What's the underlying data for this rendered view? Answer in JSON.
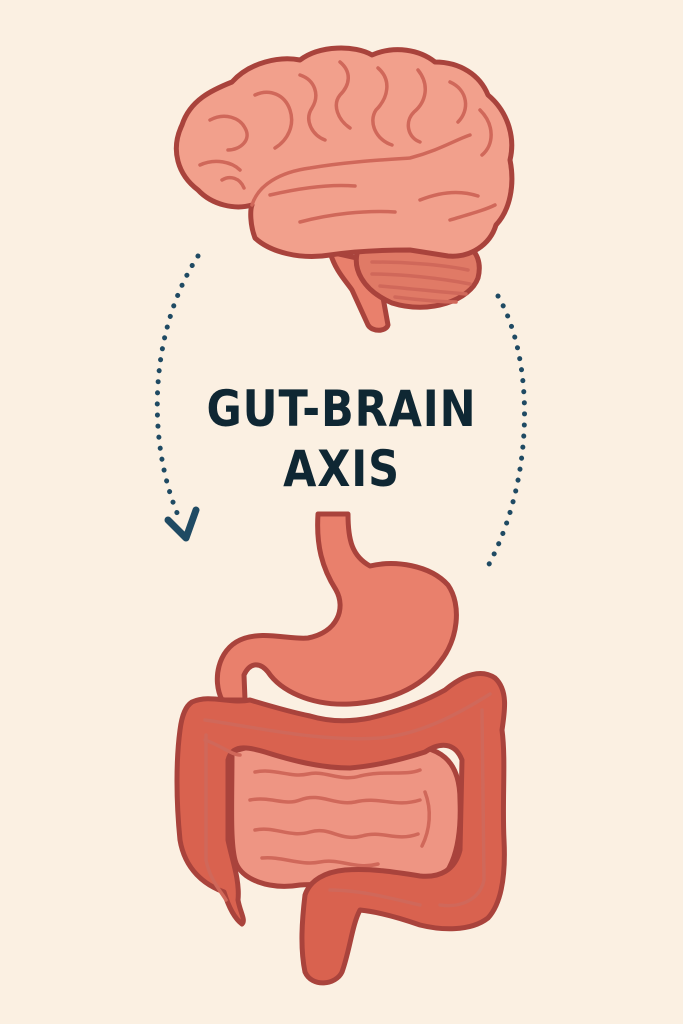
{
  "diagram": {
    "title_line1": "GUT-BRAIN",
    "title_line2": "AXIS",
    "nodes": [
      {
        "id": "brain",
        "label": "Brain",
        "position": "top"
      },
      {
        "id": "gut",
        "label": "Gut (stomach and intestines)",
        "position": "bottom"
      }
    ],
    "edges": [
      {
        "from": "brain",
        "to": "gut",
        "style": "dotted",
        "side": "left",
        "arrowhead": true
      },
      {
        "from": "gut",
        "to": "brain",
        "style": "dotted",
        "side": "right",
        "arrowhead": false
      }
    ]
  },
  "colors": {
    "background": "#fbf0e2",
    "title": "#0f2733",
    "arrow": "#1f4a63",
    "brain_fill": "#f2a08c",
    "brain_outline": "#b5534a",
    "gut_fill": "#e9806c",
    "colon_fill": "#d9624f",
    "small_intestine_fill": "#ee9583",
    "outline": "#a9433c"
  }
}
